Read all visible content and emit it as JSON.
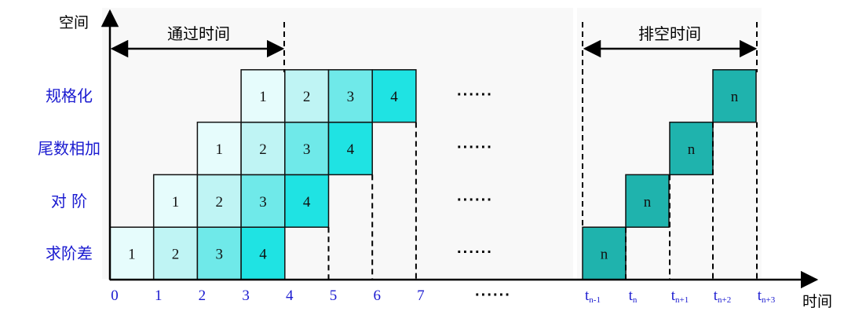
{
  "axis": {
    "y_title": "空间",
    "x_title": "时间",
    "time_labels": [
      "0",
      "1",
      "2",
      "3",
      "4",
      "5",
      "6",
      "7"
    ],
    "time_ellipsis": "······",
    "t_labels": [
      {
        "base": "t",
        "sub": "n-1"
      },
      {
        "base": "t",
        "sub": "n"
      },
      {
        "base": "t",
        "sub": "n+1"
      },
      {
        "base": "t",
        "sub": "n+2"
      },
      {
        "base": "t",
        "sub": "n+3"
      }
    ]
  },
  "stages": [
    {
      "label": "求阶差",
      "cells": [
        {
          "slot": 0,
          "text": "1"
        },
        {
          "slot": 1,
          "text": "2"
        },
        {
          "slot": 2,
          "text": "3"
        },
        {
          "slot": 3,
          "text": "4"
        }
      ],
      "ellipsis": "······"
    },
    {
      "label": "对  阶",
      "cells": [
        {
          "slot": 1,
          "text": "1"
        },
        {
          "slot": 2,
          "text": "2"
        },
        {
          "slot": 3,
          "text": "3"
        },
        {
          "slot": 4,
          "text": "4"
        }
      ],
      "ellipsis": "······"
    },
    {
      "label": "尾数相加",
      "cells": [
        {
          "slot": 2,
          "text": "1"
        },
        {
          "slot": 3,
          "text": "2"
        },
        {
          "slot": 4,
          "text": "3"
        },
        {
          "slot": 5,
          "text": "4"
        }
      ],
      "ellipsis": "······"
    },
    {
      "label": "规格化",
      "cells": [
        {
          "slot": 3,
          "text": "1"
        },
        {
          "slot": 4,
          "text": "2"
        },
        {
          "slot": 5,
          "text": "3"
        },
        {
          "slot": 6,
          "text": "4"
        }
      ],
      "ellipsis": "······"
    }
  ],
  "tail_cells": [
    {
      "stage": 0,
      "text": "n"
    },
    {
      "stage": 1,
      "text": "n"
    },
    {
      "stage": 2,
      "text": "n"
    },
    {
      "stage": 3,
      "text": "n"
    }
  ],
  "brackets": {
    "pass_time": "通过时间",
    "drain_time": "排空时间"
  },
  "colors": {
    "job_1": "#e6fcfc",
    "job_2": "#bff4f4",
    "job_3": "#6fe9e9",
    "job_4": "#1fe3e3",
    "job_n": "#1fb3ad",
    "stage_label": "#1a1ad0",
    "axis_numbers": "#1a1ad0",
    "bracket_label": "#e01010"
  }
}
